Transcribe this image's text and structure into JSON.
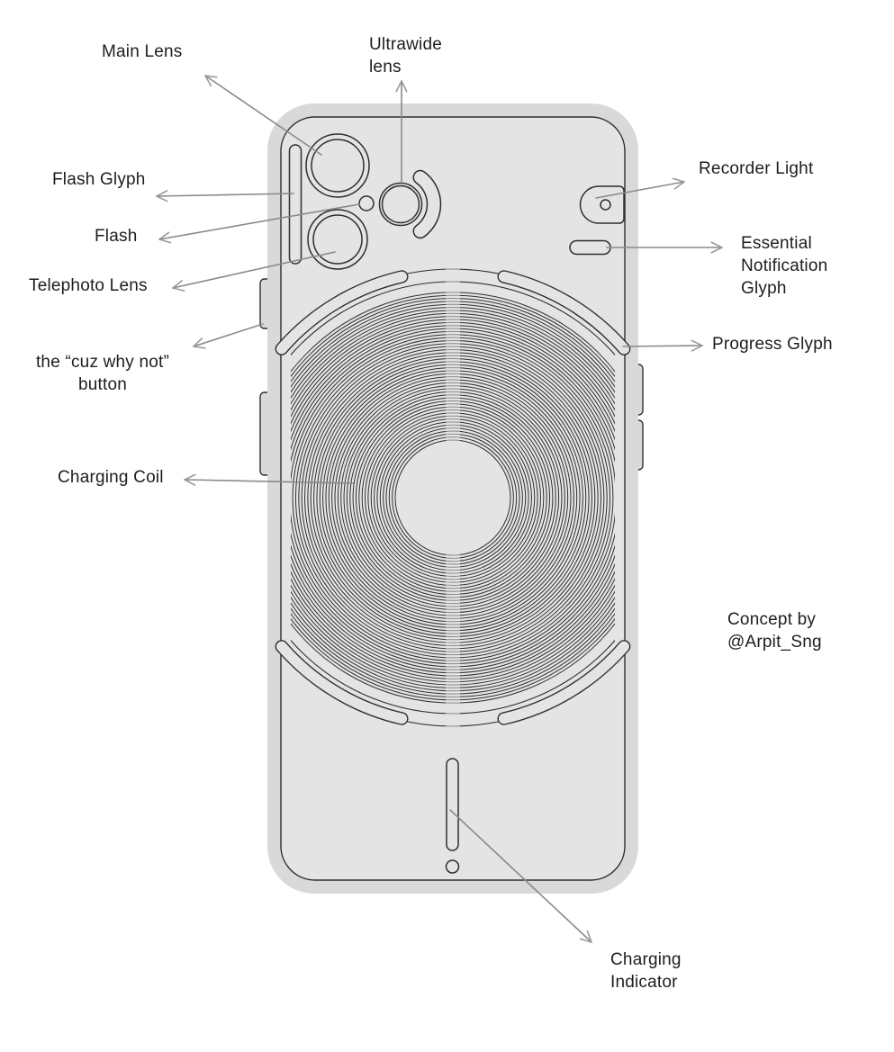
{
  "labels": {
    "main_lens": "Main Lens",
    "ultrawide_lens": "Ultrawide lens",
    "flash_glyph": "Flash Glyph",
    "flash": "Flash",
    "telephoto_lens": "Telephoto Lens",
    "cuz_why_not_button": "the “cuz why not” button",
    "charging_coil": "Charging Coil",
    "recorder_light": "Recorder Light",
    "essential_notification_glyph": "Essential Notification Glyph",
    "progress_glyph": "Progress Glyph",
    "charging_indicator": "Charging Indicator",
    "credit": "Concept by @Arpit_Sng"
  },
  "colors": {
    "background": "#ffffff",
    "body_frame": "#d9d9d9",
    "back_panel": "#e4e4e4",
    "outline": "#2e2e2e",
    "leader_line": "#8a8a8a",
    "arrowhead": "#9a9a9a",
    "label_text": "#1d1d1d"
  }
}
